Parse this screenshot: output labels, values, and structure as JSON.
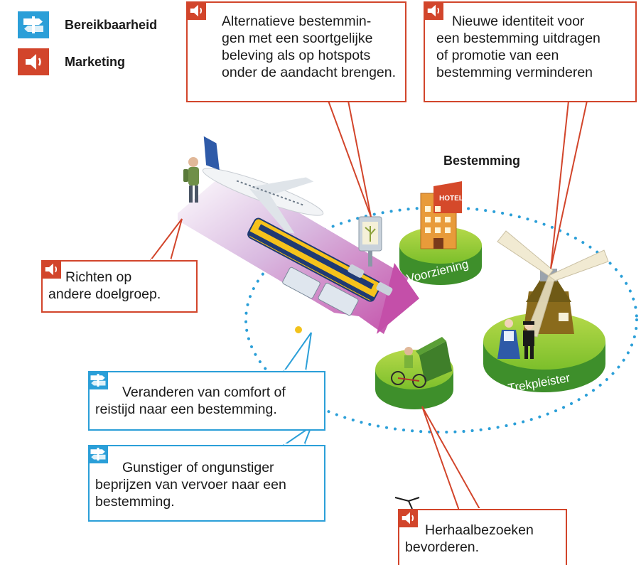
{
  "legend": {
    "bereikbaarheid": {
      "label": "Bereikbaarheid",
      "color": "#2b9fd8",
      "icon": "signpost-icon"
    },
    "marketing": {
      "label": "Marketing",
      "color": "#d2452b",
      "icon": "megaphone-icon"
    }
  },
  "callouts": {
    "alternatieve": {
      "text": "Alternatieve bestemmin-\ngen met een soortgelijke\nbeleving als op hotspots\nonder de aandacht brengen."
    },
    "identiteit": {
      "text": "Nieuwe identiteit voor\neen bestemming uitdragen\nof promotie van een\nbestemming verminderen"
    },
    "doelgroep": {
      "text": "Richten op\nandere doelgroep."
    },
    "comfort": {
      "text": "Veranderen van comfort of\nreistijd naar een bestemming."
    },
    "beprijzen": {
      "text": "Gunstiger of ongunstiger\nbeprijzen van vervoer naar een\nbestemming."
    },
    "herhaal": {
      "text": "Herhaalbezoeken\nbevorderen."
    }
  },
  "scene": {
    "title": "Bestemming",
    "voorziening": "Voorziening",
    "trekpleister": "Trekpleister",
    "hotel": "HOTEL"
  }
}
